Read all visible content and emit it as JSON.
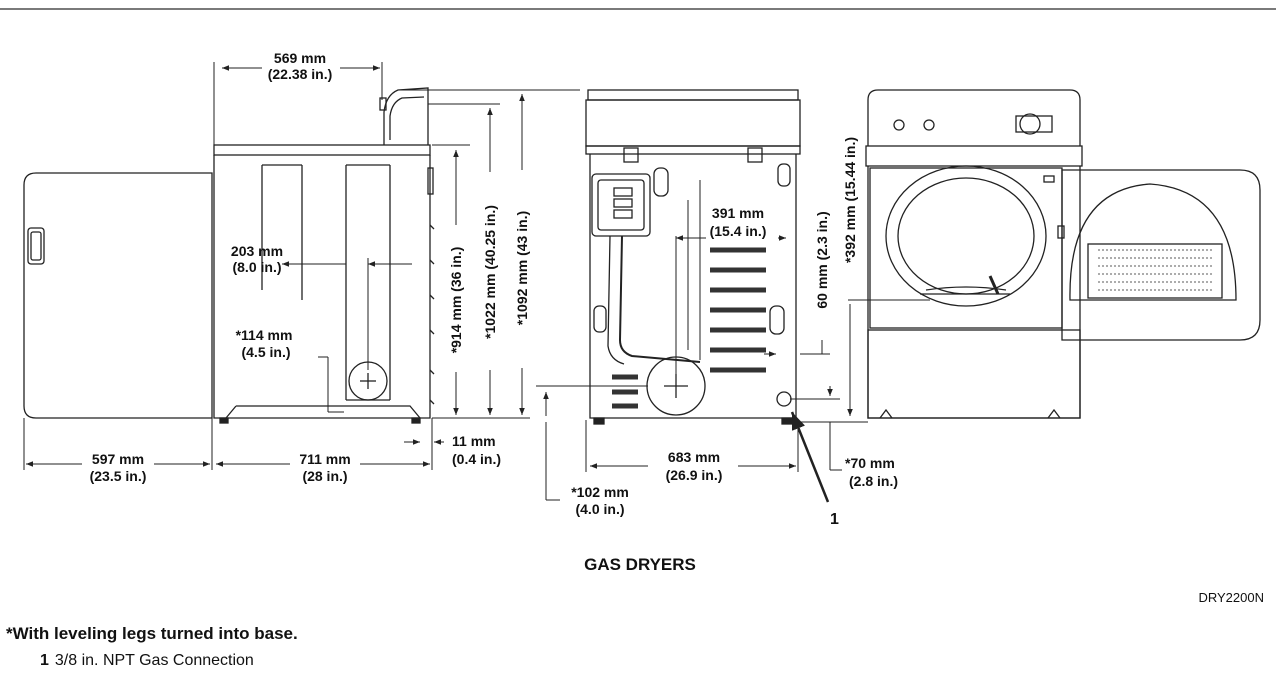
{
  "title": "GAS DRYERS",
  "drawing_code": "DRY2200N",
  "footnote": "*With leveling legs turned into base.",
  "legend": [
    {
      "number": "1",
      "text": "3/8 in. NPT Gas Connection"
    }
  ],
  "callout_number": "1",
  "dims": {
    "d569": {
      "mm": "569 mm",
      "in": "(22.38 in.)"
    },
    "d203": {
      "mm": "203 mm",
      "in": "(8.0 in.)"
    },
    "d114": {
      "mm": "*114 mm",
      "in": "(4.5 in.)"
    },
    "d597": {
      "mm": "597 mm",
      "in": "(23.5 in.)"
    },
    "d711": {
      "mm": "711 mm",
      "in": "(28 in.)"
    },
    "d11": {
      "mm": "11 mm",
      "in": "(0.4 in.)"
    },
    "d914": {
      "full": "*914 mm (36 in.)"
    },
    "d1022": {
      "full": "*1022 mm (40.25 in.)"
    },
    "d1092": {
      "full": "*1092 mm (43 in.)"
    },
    "d391": {
      "mm": "391 mm",
      "in": "(15.4 in.)"
    },
    "d60": {
      "full": "60 mm (2.3 in.)"
    },
    "d683": {
      "mm": "683 mm",
      "in": "(26.9 in.)"
    },
    "d102": {
      "mm": "*102 mm",
      "in": "(4.0 in.)"
    },
    "d70": {
      "mm": "*70 mm",
      "in": "(2.8 in.)"
    },
    "d392": {
      "full": "*392 mm (15.44 in.)"
    }
  }
}
